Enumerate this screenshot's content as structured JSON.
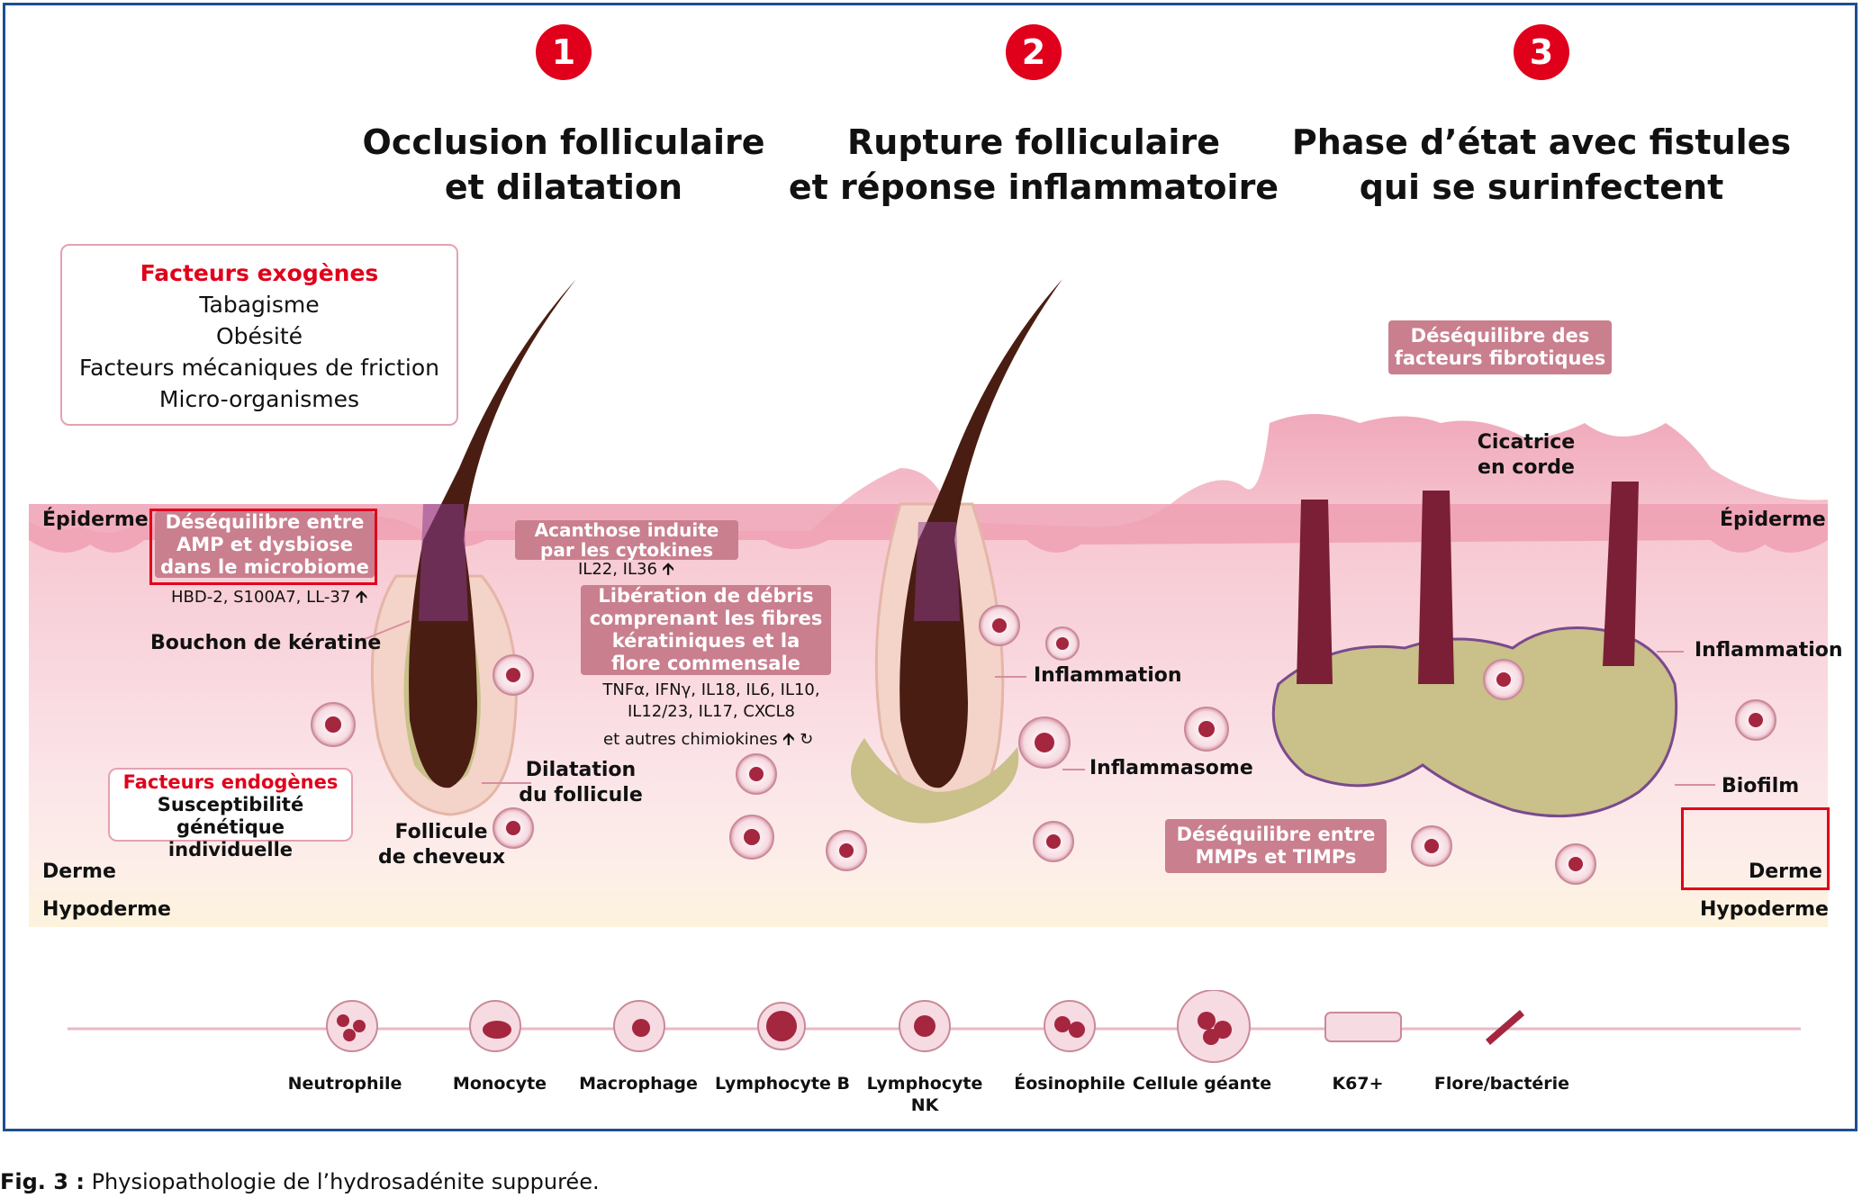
{
  "steps": [
    {
      "number": "1",
      "title_line1": "Occlusion folliculaire",
      "title_line2": "et dilatation"
    },
    {
      "number": "2",
      "title_line1": "Rupture folliculaire",
      "title_line2": "et réponse inflammatoire"
    },
    {
      "number": "3",
      "title_line1": "Phase d’état avec fistules",
      "title_line2": "qui se surinfectent"
    }
  ],
  "exogenous": {
    "heading": "Facteurs exogènes",
    "items": [
      "Tabagisme",
      "Obésité",
      "Facteurs mécaniques de friction",
      "Micro-organismes"
    ]
  },
  "endogenous": {
    "heading": "Facteurs endogènes",
    "line1": "Susceptibilité génétique",
    "line2": "individuelle"
  },
  "layers": {
    "epidermis_left": "Épiderme",
    "epidermis_right": "Épiderme",
    "dermis_left": "Derme",
    "dermis_right": "Derme",
    "hypodermis_left": "Hypoderme",
    "hypodermis_right": "Hypoderme"
  },
  "labels": {
    "amp_line1": "Déséquilibre entre",
    "amp_line2": "AMP et dysbiose",
    "amp_line3": "dans le microbiome",
    "hbd": "HBD-2, S100A7, LL-37",
    "keratin_plug": "Bouchon de kératine",
    "acanthosis_line1": "Acanthose induite",
    "acanthosis_line2": "par les cytokines",
    "il22": "IL22, IL36",
    "debris_line1": "Libération de débris",
    "debris_line2": "comprenant les fibres",
    "debris_line3": "kératiniques et la",
    "debris_line4": "flore commensale",
    "cytokines_line1": "TNFα, IFNγ, IL18, IL6, IL10,",
    "cytokines_line2": "IL12/23, IL17, CXCL8",
    "cytokines_line3": "et autres chimiokines",
    "dilation_line1": "Dilatation",
    "dilation_line2": "du follicule",
    "follicle_line1": "Follicule",
    "follicle_line2": "de cheveux",
    "inflammation_mid": "Inflammation",
    "inflammasome": "Inflammasome",
    "mmp_line1": "Déséquilibre entre",
    "mmp_line2": "MMPs et TIMPs",
    "fibrotic_line1": "Déséquilibre des",
    "fibrotic_line2": "facteurs fibrotiques",
    "scar_line1": "Cicatrice",
    "scar_line2": "en corde",
    "inflammation_right": "Inflammation",
    "biofilm": "Biofilm"
  },
  "legend": [
    {
      "label": "Neutrophile",
      "icon": "neutrophil-icon"
    },
    {
      "label": "Monocyte",
      "icon": "monocyte-icon"
    },
    {
      "label": "Macrophage",
      "icon": "macrophage-icon"
    },
    {
      "label": "Lymphocyte B",
      "icon": "lymphocyte-b-icon"
    },
    {
      "label": "Lymphocyte",
      "label2": "NK",
      "icon": "lymphocyte-nk-icon"
    },
    {
      "label": "Éosinophile",
      "icon": "eosinophil-icon"
    },
    {
      "label": "Cellule géante",
      "icon": "giant-cell-icon"
    },
    {
      "label": "K67+",
      "icon": "k67-icon"
    },
    {
      "label": "Flore/bactérie",
      "icon": "bacteria-icon"
    }
  ],
  "caption": {
    "prefix": "Fig. 3 :",
    "text": " Physiopathologie de l’hydrosadénite suppurée."
  },
  "colors": {
    "accent_red": "#e0001b",
    "frame_blue": "#1e4f8f",
    "pill_pink": "#c97f8e",
    "skin_pink": "#f3b9c6",
    "dermis_pink": "#fbe3e7",
    "hair_brown": "#4a1d12",
    "sebum_olive": "#c9c08a"
  }
}
